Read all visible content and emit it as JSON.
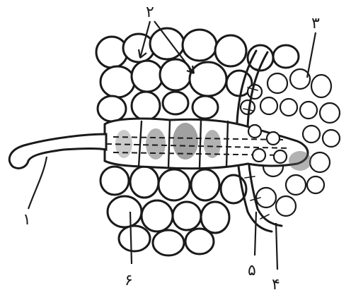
{
  "diagram": {
    "labels": [
      {
        "id": "1",
        "text": "۱"
      },
      {
        "id": "2",
        "text": "۲"
      },
      {
        "id": "3",
        "text": "۳"
      },
      {
        "id": "4",
        "text": "۴"
      },
      {
        "id": "5",
        "text": "۵"
      },
      {
        "id": "6",
        "text": "۶"
      }
    ]
  }
}
